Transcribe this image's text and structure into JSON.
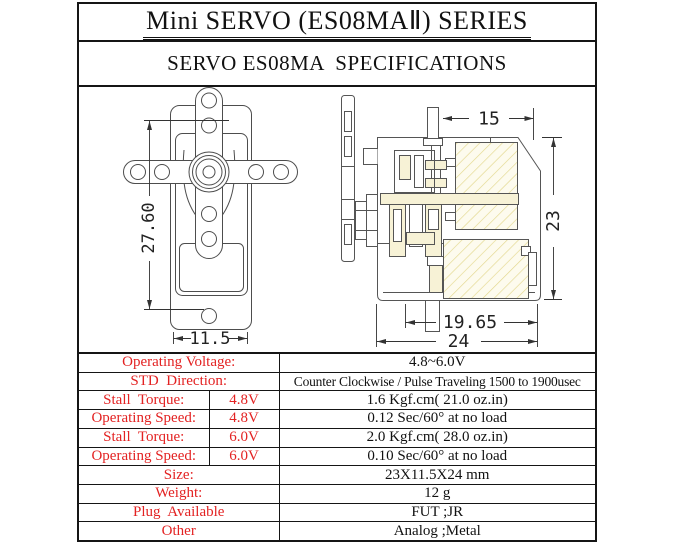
{
  "header": {
    "title": "Mini SERVO (ES08MAⅡ) SERIES",
    "subtitle": "SERVO ES08MA  SPECIFICATIONS"
  },
  "drawings": {
    "front_view": {
      "height_mm": "27.60",
      "width_mm": "11.5"
    },
    "side_view": {
      "top_mm": "15",
      "height_mm": "23",
      "inner_width_mm": "19.65",
      "width_mm": "24"
    }
  },
  "table": {
    "rows": [
      {
        "label": "Operating Voltage:",
        "value": "4.8~6.0V"
      },
      {
        "label": "STD  Direction:",
        "value": "Counter Clockwise / Pulse Traveling 1500 to 1900usec"
      },
      {
        "label": "Stall  Torque:",
        "voltage": "4.8V",
        "value": "1.6 Kgf.cm( 21.0 oz.in)"
      },
      {
        "label": "Operating Speed:",
        "voltage": "4.8V",
        "value": "0.12 Sec/60° at no load"
      },
      {
        "label": "Stall  Torque:",
        "voltage": "6.0V",
        "value": "2.0 Kgf.cm( 28.0 oz.in)"
      },
      {
        "label": "Operating Speed:",
        "voltage": "6.0V",
        "value": "0.10 Sec/60° at no load"
      },
      {
        "label": "Size:",
        "value": "23X11.5X24 mm"
      },
      {
        "label": "Weight:",
        "value": "12 g"
      },
      {
        "label": "Plug  Available",
        "value": "FUT ;JR"
      },
      {
        "label": "Other",
        "value": "Analog ;Metal"
      }
    ]
  },
  "colors": {
    "label_red": "#e32222",
    "frame_black": "#151515",
    "drawing_line": "#4d4d4d",
    "hatch_yellow": "#e3d88e",
    "part_cream": "#f7f2d6"
  }
}
